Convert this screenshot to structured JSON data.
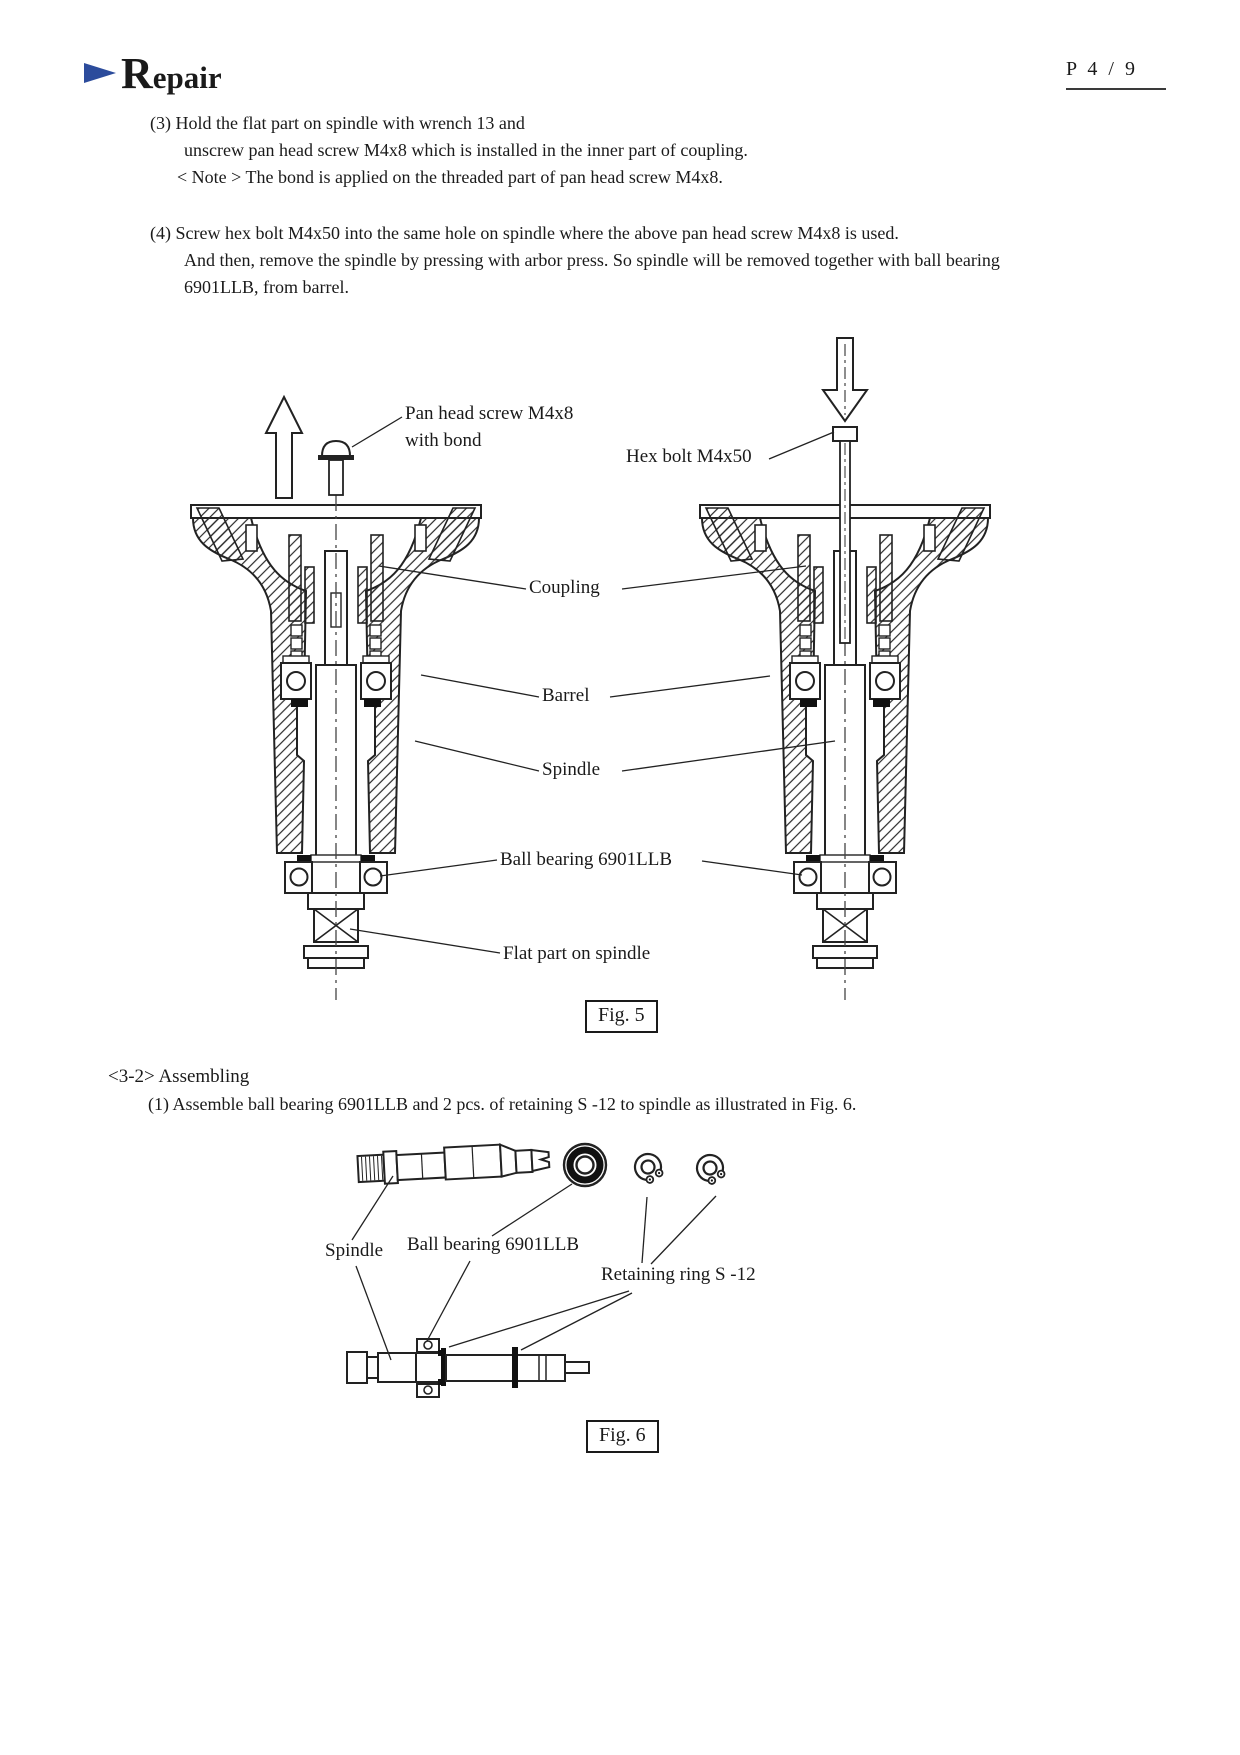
{
  "header": {
    "title_initial": "R",
    "title_rest": "epair",
    "page_number": "P 4 / 9"
  },
  "step3": {
    "line1": "(3) Hold the flat part on spindle with wrench 13 and",
    "line2": "unscrew pan head screw M4x8 which is installed in the inner part of coupling.",
    "line3": "< Note > The bond is applied on the threaded part of pan head screw M4x8."
  },
  "step4": {
    "line1": "(4) Screw hex bolt M4x50 into the same hole on spindle where the above pan head screw M4x8 is used.",
    "line2": "And then, remove the spindle by pressing with arbor press. So spindle will be removed together with ball bearing",
    "line3": "6901LLB, from barrel."
  },
  "assembling": {
    "heading": "<3-2> Assembling",
    "step1": "(1) Assemble ball bearing 6901LLB and 2 pcs. of retaining S -12 to spindle as illustrated in Fig. 6."
  },
  "fig5": {
    "caption": "Fig. 5",
    "labels": {
      "pan_head_screw_1": "Pan head screw M4x8",
      "pan_head_screw_2": "with bond",
      "hex_bolt": "Hex bolt M4x50",
      "coupling": "Coupling",
      "barrel": "Barrel",
      "spindle": "Spindle",
      "ball_bearing": "Ball bearing 6901LLB",
      "flat_part": "Flat part on spindle"
    }
  },
  "fig6": {
    "caption": "Fig. 6",
    "labels": {
      "spindle": "Spindle",
      "ball_bearing": "Ball bearing 6901LLB",
      "retaining_ring": "Retaining ring S -12"
    }
  },
  "colors": {
    "accent_blue": "#2c4c9c",
    "ink": "#1a1a1a"
  }
}
